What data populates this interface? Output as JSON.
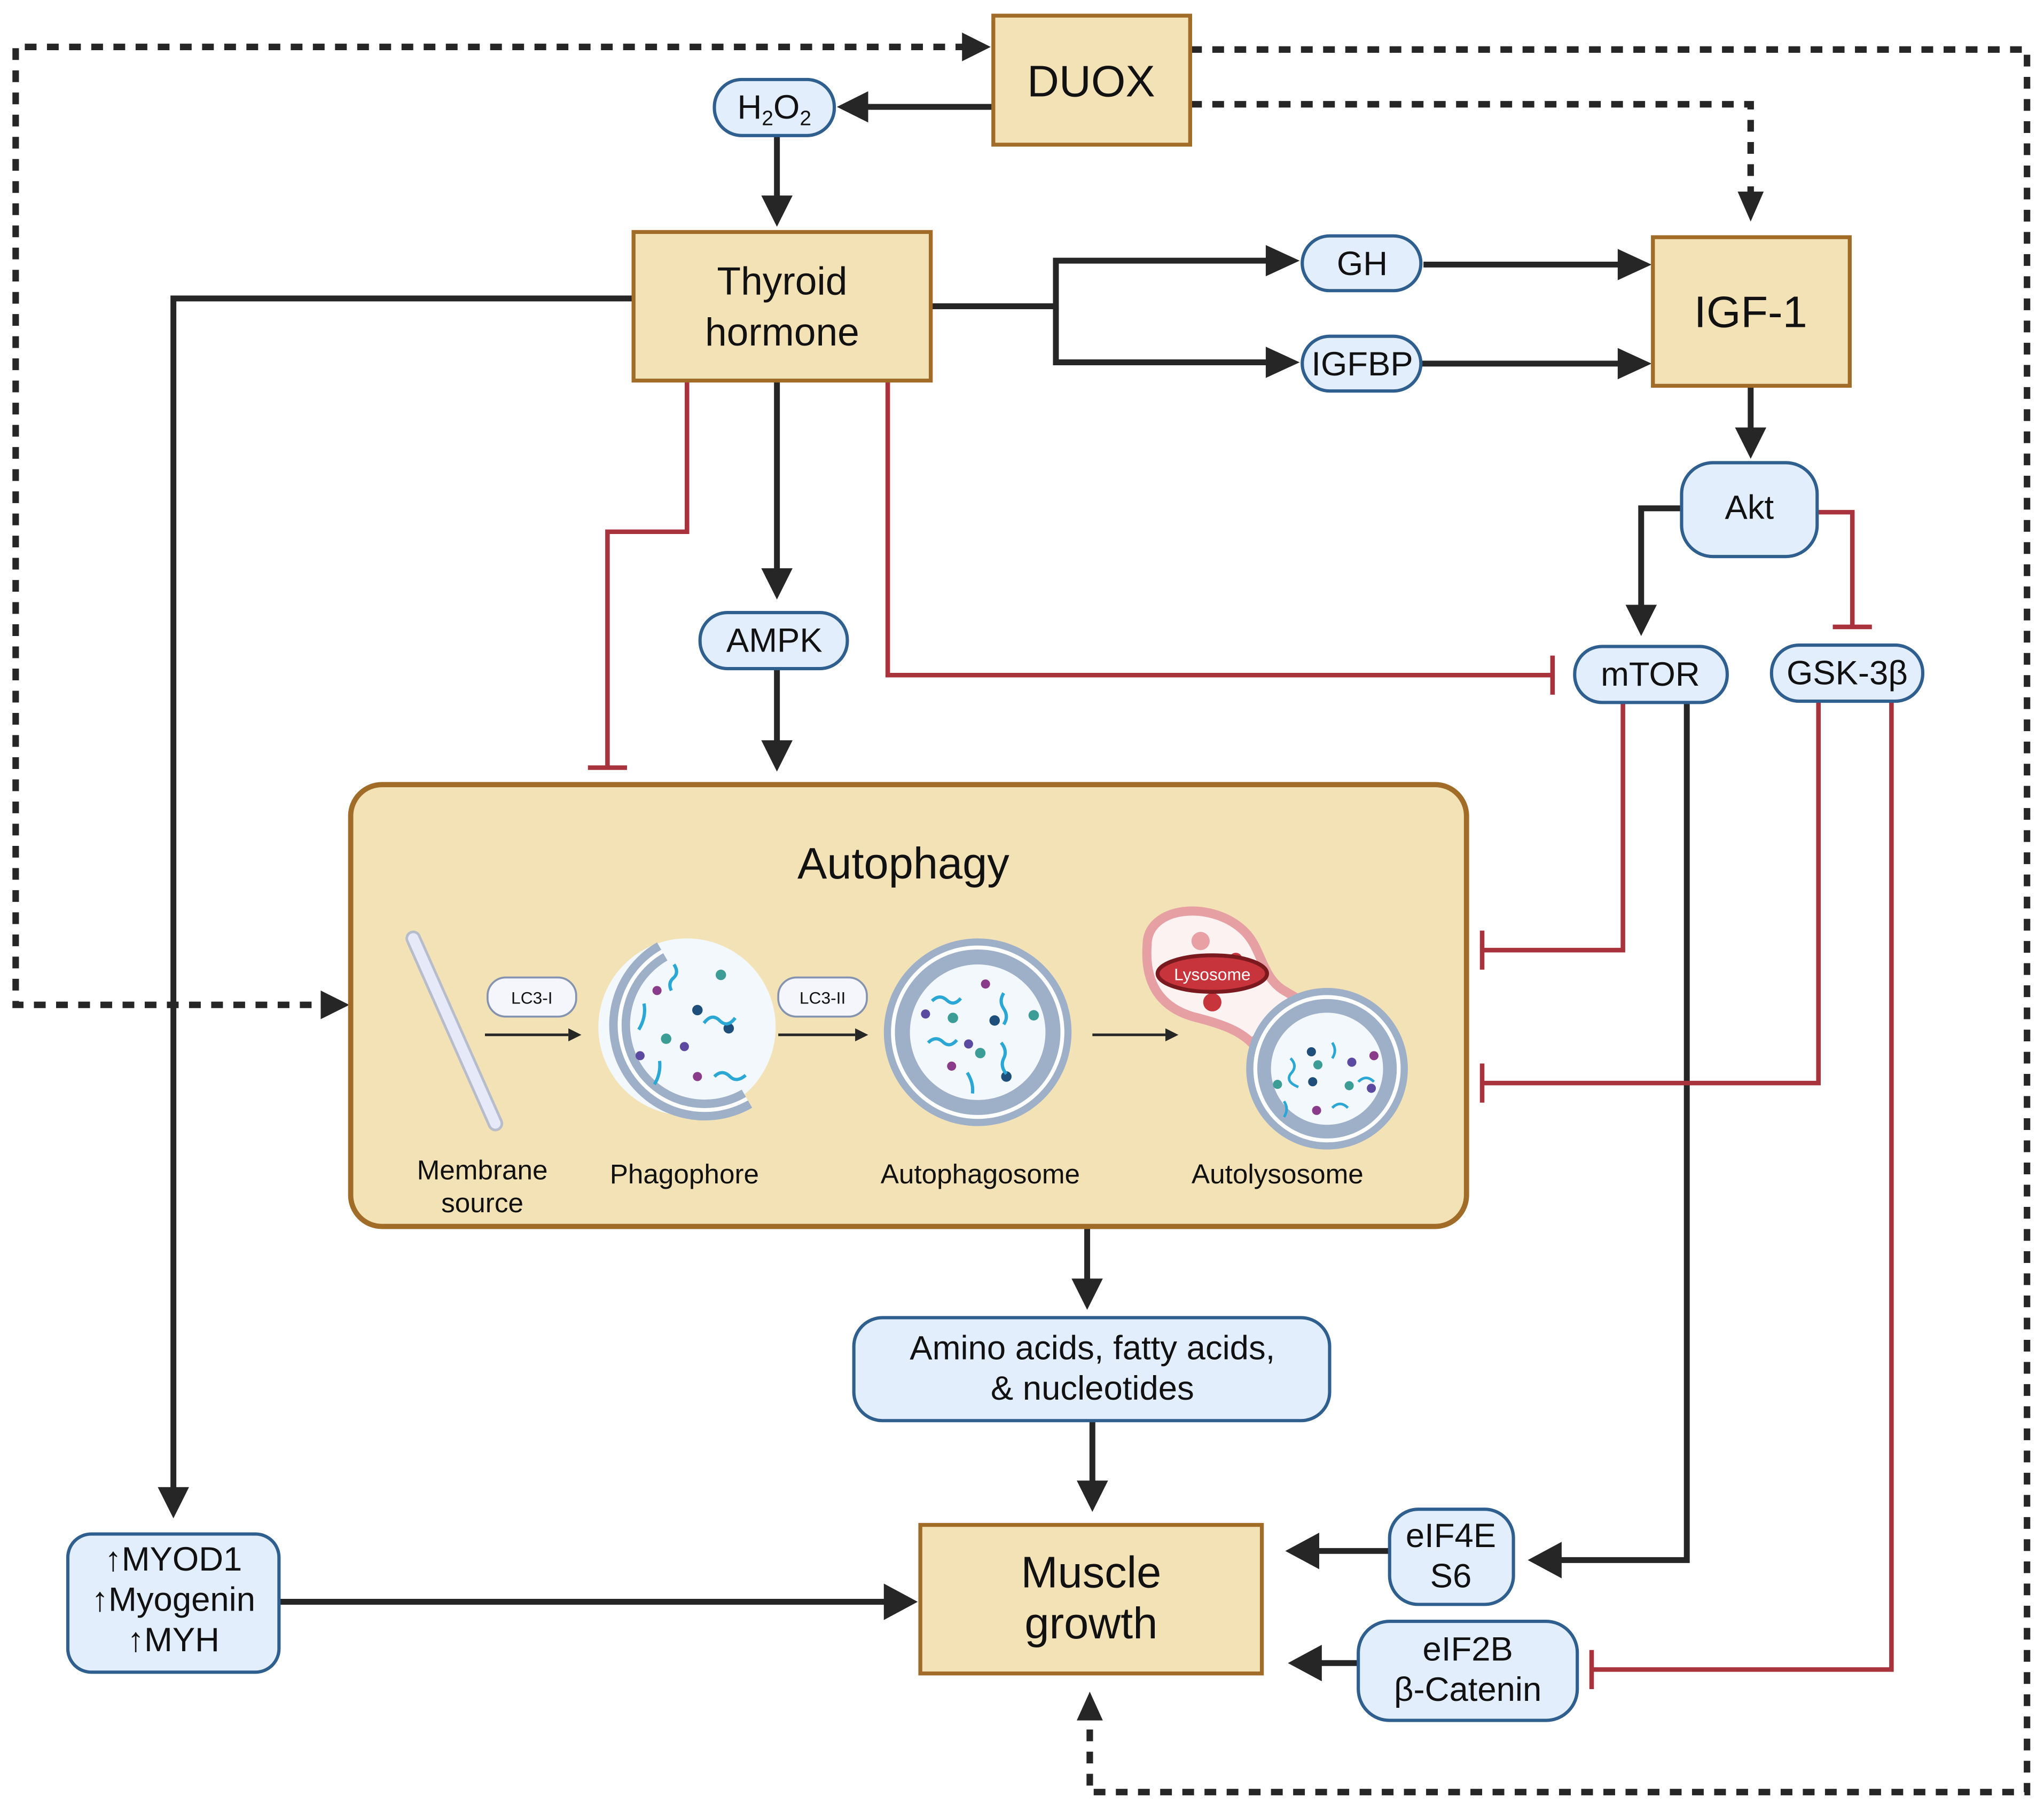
{
  "diagram": {
    "title": "Thyroid hormone regulation of autophagy and muscle growth",
    "colors": {
      "node_fill_tan": "#f3e2b6",
      "node_stroke_tan": "#a06c28",
      "node_fill_blue": "#e2eefb",
      "node_stroke_blue": "#2f5f8f",
      "activation": "#262626",
      "inhibition": "#a8333c",
      "lysosome": "#c8343c"
    },
    "nodes": {
      "duox": "DUOX",
      "h2o2": {
        "H": "H",
        "sub1": "2",
        "O": "O",
        "sub2": "2"
      },
      "thyroid_line1": "Thyroid",
      "thyroid_line2": "hormone",
      "gh": "GH",
      "igfbp": "IGFBP",
      "igf1": "IGF-1",
      "akt": "Akt",
      "ampk": "AMPK",
      "mtor": "mTOR",
      "gsk3b": "GSK-3β",
      "autophagy": "Autophagy",
      "amino_line1": "Amino acids, fatty acids,",
      "amino_line2": "&  nucleotides",
      "muscle_line1": "Muscle",
      "muscle_line2": "growth",
      "eif4e_line1": "eIF4E",
      "eif4e_line2": "S6",
      "eif2b_line1": "eIF2B",
      "eif2b_line2": "β-Catenin",
      "myo_line1": "↑MYOD1",
      "myo_line2": "↑Myogenin",
      "myo_line3": "↑MYH"
    },
    "autophagy_stages": {
      "lc3_1": "LC3-I",
      "lc3_2": "LC3-II",
      "lysosome": "Lysosome",
      "membrane_line1": "Membrane",
      "membrane_line2": "source",
      "phagophore": "Phagophore",
      "autophagosome": "Autophagosome",
      "autolysosome": "Autolysosome"
    },
    "edges": [
      {
        "from": "DUOX",
        "to": "H2O2",
        "type": "activation"
      },
      {
        "from": "H2O2",
        "to": "Thyroid hormone",
        "type": "activation"
      },
      {
        "from": "Thyroid hormone",
        "to": "GH",
        "type": "activation"
      },
      {
        "from": "Thyroid hormone",
        "to": "IGFBP",
        "type": "activation"
      },
      {
        "from": "GH",
        "to": "IGF-1",
        "type": "activation"
      },
      {
        "from": "IGFBP",
        "to": "IGF-1",
        "type": "activation"
      },
      {
        "from": "IGF-1",
        "to": "Akt",
        "type": "activation"
      },
      {
        "from": "Akt",
        "to": "mTOR",
        "type": "activation"
      },
      {
        "from": "Akt",
        "to": "GSK-3β",
        "type": "inhibition"
      },
      {
        "from": "Thyroid hormone",
        "to": "AMPK",
        "type": "activation"
      },
      {
        "from": "AMPK",
        "to": "Autophagy",
        "type": "activation"
      },
      {
        "from": "Thyroid hormone",
        "to": "Autophagy",
        "type": "inhibition"
      },
      {
        "from": "Thyroid hormone",
        "to": "mTOR",
        "type": "inhibition"
      },
      {
        "from": "mTOR",
        "to": "Autophagy",
        "type": "inhibition"
      },
      {
        "from": "GSK-3β",
        "to": "Autophagy",
        "type": "inhibition"
      },
      {
        "from": "mTOR",
        "to": "eIF4E/S6",
        "type": "activation"
      },
      {
        "from": "GSK-3β",
        "to": "eIF2B/β-Catenin",
        "type": "inhibition"
      },
      {
        "from": "eIF4E/S6",
        "to": "Muscle growth",
        "type": "activation"
      },
      {
        "from": "eIF2B/β-Catenin",
        "to": "Muscle growth",
        "type": "activation"
      },
      {
        "from": "Autophagy",
        "to": "Amino acids, fatty acids, & nucleotides",
        "type": "activation"
      },
      {
        "from": "Amino acids, fatty acids, & nucleotides",
        "to": "Muscle growth",
        "type": "activation"
      },
      {
        "from": "Thyroid hormone",
        "to": "MYOD1/Myogenin/MYH",
        "type": "activation"
      },
      {
        "from": "MYOD1/Myogenin/MYH",
        "to": "Muscle growth",
        "type": "activation"
      },
      {
        "from": "DUOX",
        "to": "IGF-1",
        "type": "dashed"
      },
      {
        "from": "DUOX",
        "to": "Autophagy",
        "type": "dashed"
      },
      {
        "from": "DUOX",
        "to": "Muscle growth",
        "type": "dashed"
      }
    ]
  }
}
